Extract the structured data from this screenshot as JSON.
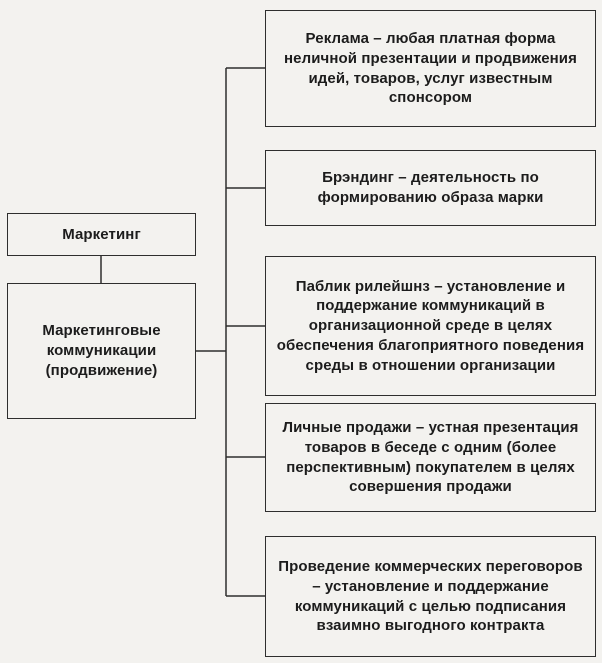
{
  "diagram": {
    "root": {
      "label": "Маркетинг"
    },
    "hub": {
      "label": "Маркетинговые коммуникации (продвижение)"
    },
    "branches": [
      {
        "label": "Реклама – любая платная форма неличной презентации и продвижения идей, товаров, услуг известным спонсором"
      },
      {
        "label": "Брэндинг – деятельность по формированию образа марки"
      },
      {
        "label": "Паблик рилейшнз – установление и поддержание коммуникаций в организационной среде в целях обеспечения благоприятного поведения среды в отношении организации"
      },
      {
        "label": "Личные продажи – устная презентация товаров в беседе с одним (более перспективным) покупателем в целях совершения продажи"
      },
      {
        "label": "Проведение коммерческих переговоров – установление и поддержание коммуникаций с целью подписания взаимно выгодного контракта"
      }
    ]
  },
  "colors": {
    "background": "#f3f2ef",
    "border": "#2e2e2e",
    "line": "#2e2e2e",
    "text": "#1c1c1c"
  }
}
